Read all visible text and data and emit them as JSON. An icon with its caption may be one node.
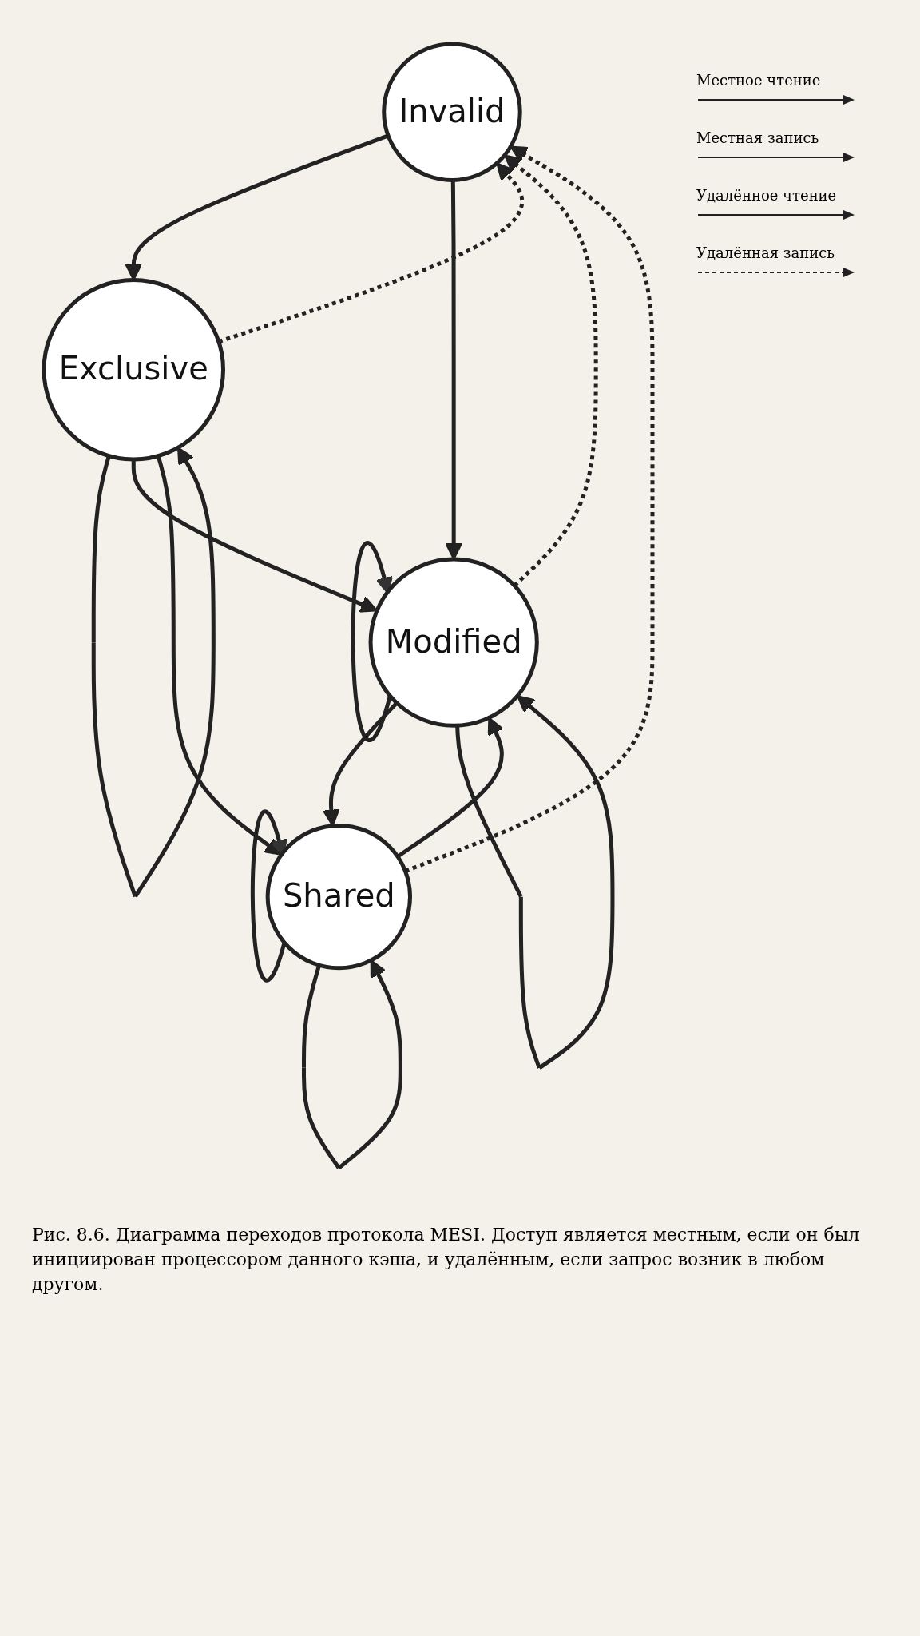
{
  "diagram": {
    "caption": "Рис. 8.6. Диаграмма переходов протокола MESI. Доступ является местным, если он был инициирован процессором данного кэша, и удалённым, если запрос возник в любом другом.",
    "nodes": [
      {
        "text": [
          "Invalid"
        ]
      },
      {
        "text": [
          "Exclusive"
        ]
      },
      {
        "text": [
          "Modified"
        ]
      },
      {
        "text": [
          "Shared"
        ]
      }
    ],
    "edges": [
      {
        "from": 1,
        "to": 0,
        "arrow": "to",
        "style": "dashed"
      },
      {
        "from": 0,
        "to": 1,
        "arrow": "to"
      },
      {
        "from": 1,
        "to": 1,
        "arrow": "to"
      },
      {
        "from": 3,
        "to": 0,
        "arrow": "to",
        "style": "dashed"
      },
      {
        "from": 0,
        "to": 2,
        "arrow": "to"
      },
      {
        "from": 2,
        "to": 0,
        "arrow": "to",
        "style": "dashed"
      },
      {
        "from": 1,
        "to": 2,
        "arrow": "to"
      },
      {
        "from": 1,
        "to": 3,
        "arrow": "to"
      },
      {
        "from": 2,
        "to": 3,
        "arrow": "to"
      },
      {
        "from": 3,
        "to": 2,
        "arrow": "to"
      },
      {
        "from": 2,
        "to": 2,
        "arrow": "to"
      },
      {
        "from": 2,
        "to": 2,
        "arrow": "to"
      },
      {
        "from": 3,
        "to": 3,
        "arrow": "to"
      },
      {
        "from": 3,
        "to": 3,
        "arrow": "to"
      }
    ],
    "legend": [
      {
        "text": "Местное чтение"
      },
      {
        "text": "Местная запись"
      },
      {
        "text": "Удалённое чтение"
      },
      {
        "text": "Удалённая запись"
      }
    ]
  }
}
